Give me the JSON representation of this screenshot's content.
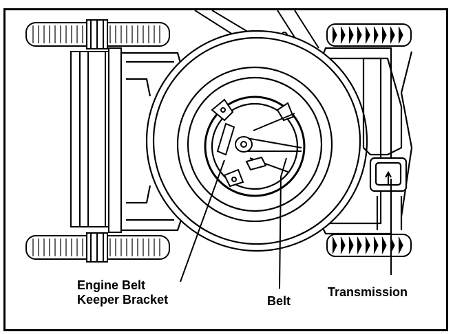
{
  "labels": {
    "engine_belt_line1": "Engine Belt",
    "engine_belt_line2": "Keeper Bracket",
    "belt": "Belt",
    "transmission": "Transmission"
  },
  "colors": {
    "ink": "#000000",
    "paper": "#ffffff",
    "tread": "#d9d9d9"
  }
}
